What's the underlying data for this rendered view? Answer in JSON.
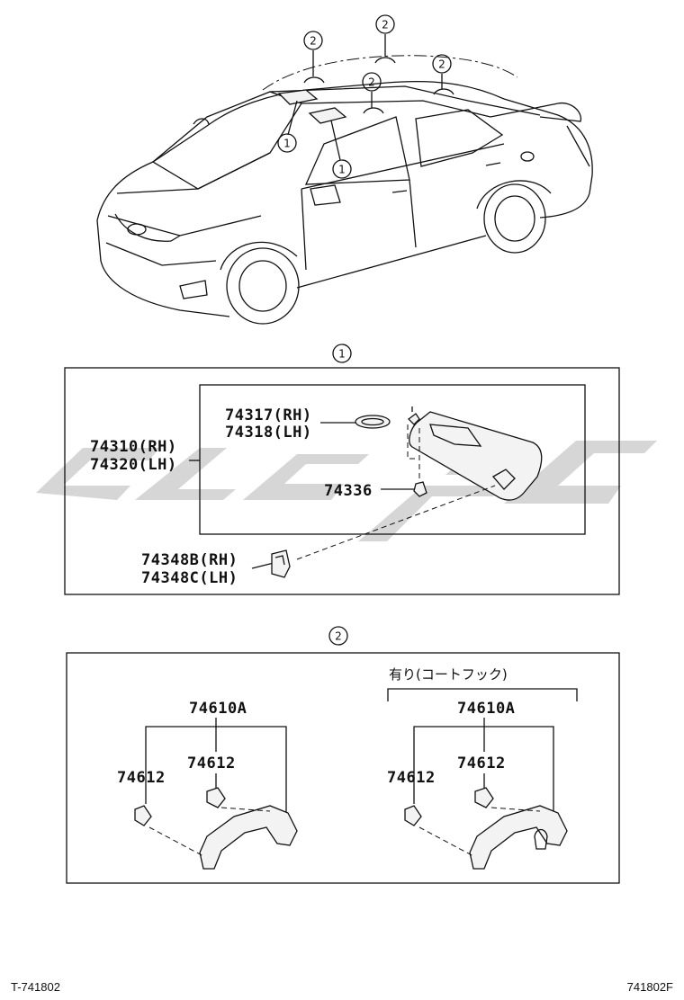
{
  "callouts": {
    "visor": "1",
    "grip": "2"
  },
  "visor_section": {
    "label_74317": "74317(RH)",
    "label_74318": "74318(LH)",
    "label_74310": "74310(RH)",
    "label_74320": "74320(LH)",
    "label_74336": "74336",
    "label_74348b": "74348B(RH)",
    "label_74348c": "74348C(LH)"
  },
  "grip_section": {
    "left": {
      "assembly": "74610A",
      "cover_left": "74612",
      "cover_mid": "74612"
    },
    "right": {
      "note": "有り(コートフック)",
      "assembly": "74610A",
      "cover_left": "74612",
      "cover_mid": "74612"
    }
  },
  "footer": {
    "left_code": "T-741802",
    "right_code": "741802F"
  },
  "colors": {
    "line": "#111111",
    "watermark": "#cfcfcf"
  }
}
